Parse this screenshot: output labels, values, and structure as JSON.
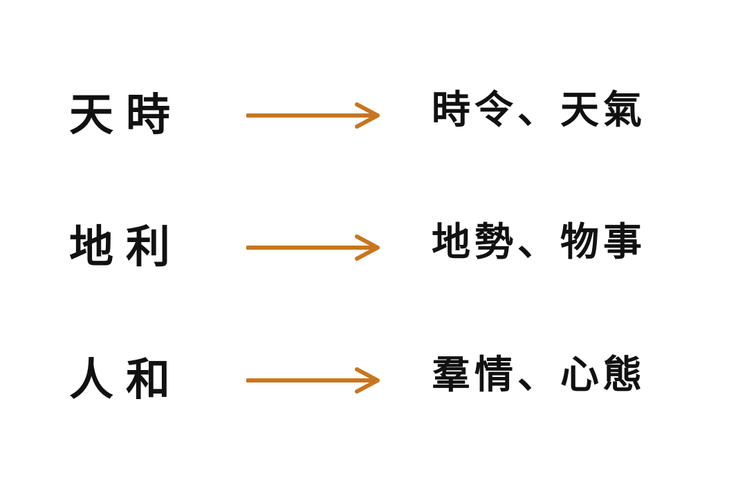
{
  "accent_color": "#c8751f",
  "rows": [
    {
      "term": "天時",
      "meaning": "時令、天氣"
    },
    {
      "term": "地利",
      "meaning": "地勢、物事"
    },
    {
      "term": "人和",
      "meaning": "羣情、心態"
    }
  ]
}
